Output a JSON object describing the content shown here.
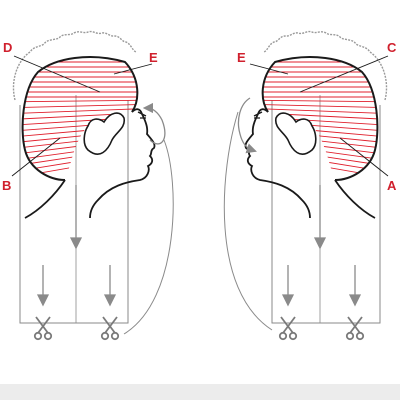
{
  "colors": {
    "label": "#d0202d",
    "hatch": "#e0202d",
    "outline": "#1a1a1a",
    "guide": "#8a8a8a",
    "footer": "#ececec"
  },
  "left_figure": {
    "labels": {
      "top_left": "D",
      "top_right": "E",
      "side": "B"
    }
  },
  "right_figure": {
    "labels": {
      "top_left": "E",
      "top_right": "C",
      "side": "A"
    }
  },
  "icons": [
    "scissors-icon",
    "arrow-down-icon",
    "curved-arrow-icon"
  ]
}
